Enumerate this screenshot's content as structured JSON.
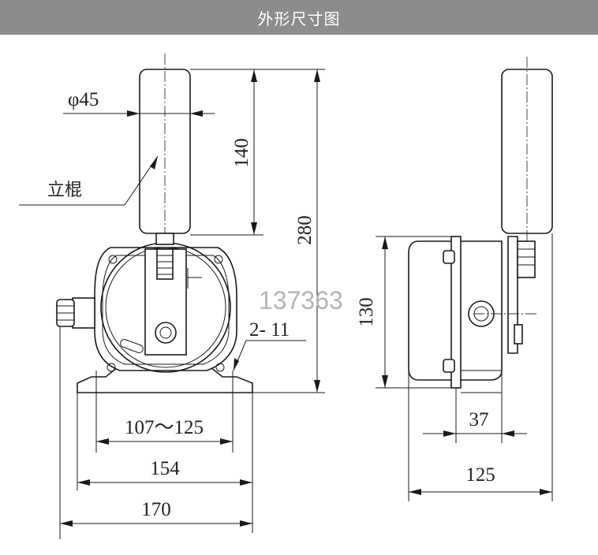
{
  "header": {
    "title": "外形尺寸图"
  },
  "labels": {
    "rod": "立棍"
  },
  "dimensions": {
    "diameter": "φ45",
    "rod_height": "140",
    "total_height": "280",
    "mount_holes": "2- 11",
    "hole_spacing": "107～125",
    "base_width": "154",
    "overall_width": "170",
    "side_height": "130",
    "side_offset": "37",
    "side_depth": "125"
  },
  "watermark": "137363",
  "colors": {
    "banner": "#8c8c8c",
    "line": "#1a1a1a",
    "watermark": "#b5b5b5"
  }
}
